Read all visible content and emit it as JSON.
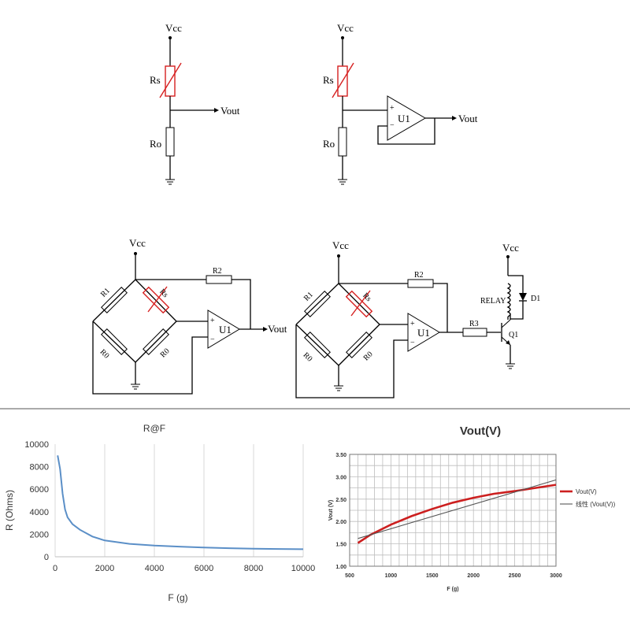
{
  "top": {
    "left": {
      "vcc": "Vcc",
      "rs": "Rs",
      "ro": "Ro",
      "vout": "Vout"
    },
    "right": {
      "vcc": "Vcc",
      "rs": "Rs",
      "ro": "Ro",
      "vout": "Vout",
      "u1": "U1",
      "plus": "+",
      "minus": "−"
    }
  },
  "middle": {
    "left": {
      "vcc": "Vcc",
      "r1": "R1",
      "rs": "Rs",
      "r0a": "R0",
      "r0b": "R0",
      "r2": "R2",
      "u1": "U1",
      "vout": "Vout",
      "plus": "+",
      "minus": "−"
    },
    "right": {
      "vcc1": "Vcc",
      "r1": "R1",
      "rs": "Rs",
      "r0a": "R0",
      "r0b": "R0",
      "r2": "R2",
      "u1": "U1",
      "r3": "R3",
      "vcc2": "Vcc",
      "relay": "RELAY",
      "d1": "D1",
      "q1": "Q1",
      "plus": "+",
      "minus": "−"
    }
  },
  "chart_data": [
    {
      "type": "line",
      "title": "R@F",
      "xlabel": "F (g)",
      "ylabel": "R (Ohms)",
      "xlim": [
        0,
        10000
      ],
      "ylim": [
        0,
        10000
      ],
      "xticks": [
        "0",
        "2000",
        "4000",
        "6000",
        "8000",
        "10000"
      ],
      "yticks": [
        "0",
        "2000",
        "4000",
        "6000",
        "8000",
        "10000"
      ],
      "grid": "vertical",
      "color": "#5b8fc7",
      "x": [
        100,
        200,
        300,
        400,
        500,
        700,
        1000,
        1500,
        2000,
        3000,
        4000,
        5000,
        6000,
        7000,
        8000,
        9000,
        10000
      ],
      "y": [
        9000,
        7800,
        5600,
        4200,
        3500,
        2900,
        2400,
        1800,
        1450,
        1150,
        1000,
        900,
        820,
        760,
        720,
        690,
        670
      ]
    },
    {
      "type": "line",
      "title": "Vout(V)",
      "xlabel": "F (g)",
      "ylabel": "Vout (V)",
      "xlim": [
        500,
        3000
      ],
      "ylim": [
        1.0,
        3.5
      ],
      "xticks": [
        "500",
        "1000",
        "1500",
        "2000",
        "2500",
        "3000"
      ],
      "yticks": [
        "1.00",
        "1.50",
        "2.00",
        "2.50",
        "3.00",
        "3.50"
      ],
      "grid": "both",
      "legend": "right",
      "series": [
        {
          "name": "Vout(V)",
          "color": "#cc1f1f",
          "x": [
            600,
            750,
            1000,
            1250,
            1500,
            1750,
            2000,
            2250,
            2500,
            2750,
            3000
          ],
          "y": [
            1.52,
            1.7,
            1.93,
            2.12,
            2.28,
            2.42,
            2.53,
            2.62,
            2.68,
            2.75,
            2.82
          ]
        },
        {
          "name": "线性 (Vout(V))",
          "color": "#555555",
          "x": [
            600,
            3000
          ],
          "y": [
            1.62,
            2.93
          ]
        }
      ]
    }
  ]
}
